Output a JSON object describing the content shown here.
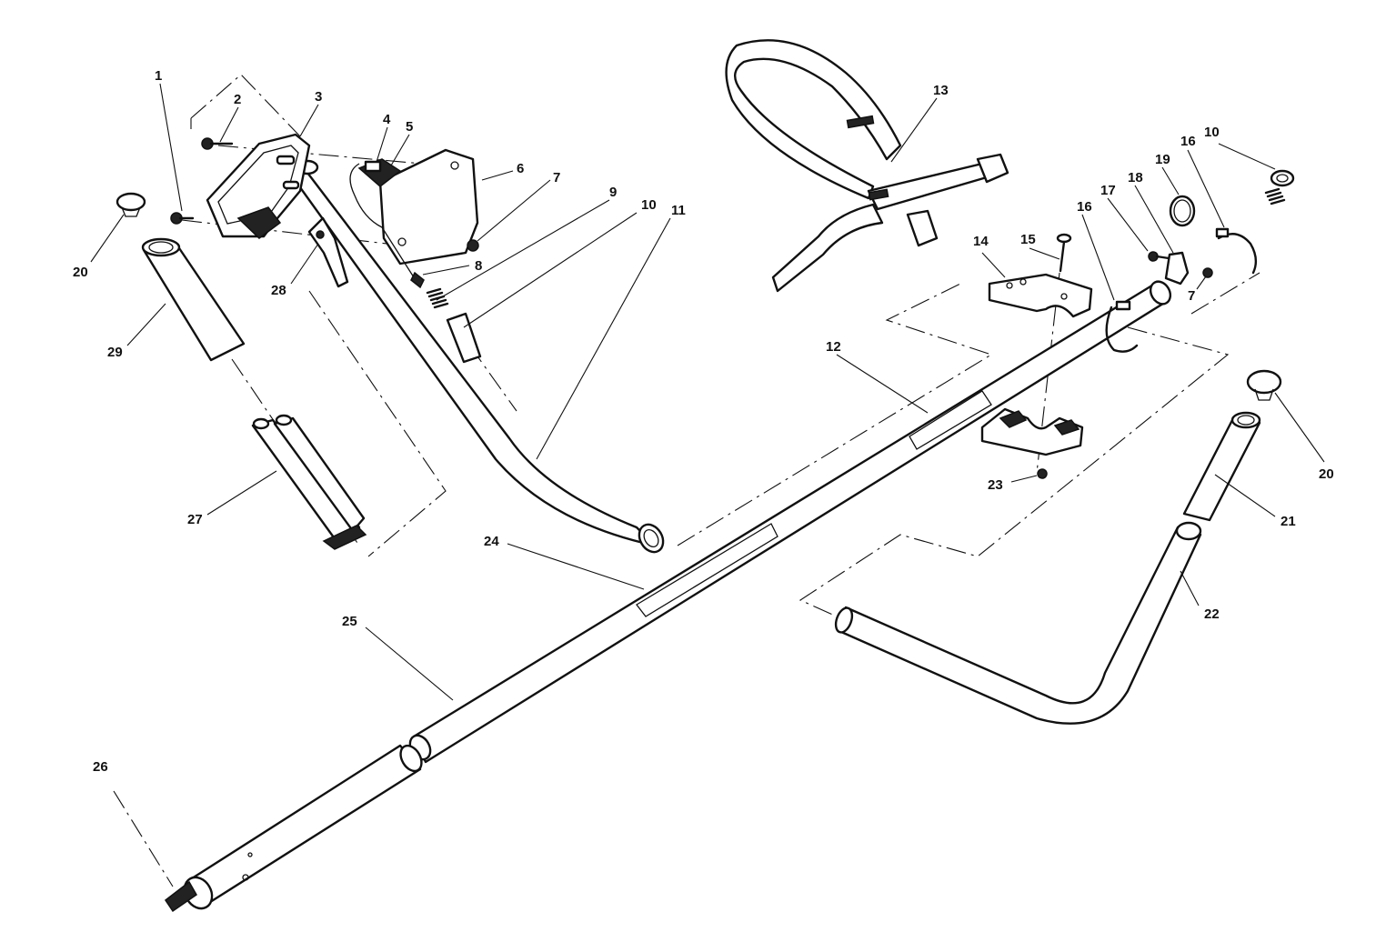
{
  "callouts": {
    "c1": "1",
    "c2": "2",
    "c3": "3",
    "c4": "4",
    "c5": "5",
    "c6": "6",
    "c7a": "7",
    "c7b": "7",
    "c8a": "8",
    "c8b": "8",
    "c9": "9",
    "c10a": "10",
    "c10b": "10",
    "c11": "11",
    "c12": "12",
    "c13": "13",
    "c14": "14",
    "c15": "15",
    "c16a": "16",
    "c16b": "16",
    "c17": "17",
    "c18": "18",
    "c19": "19",
    "c20a": "20",
    "c20b": "20",
    "c21": "21",
    "c22": "22",
    "c23": "23",
    "c24": "24",
    "c25": "25",
    "c26": "26",
    "c27": "27",
    "c28": "28",
    "c29": "29"
  },
  "colors": {
    "ink": "#111111",
    "paper": "#ffffff"
  }
}
